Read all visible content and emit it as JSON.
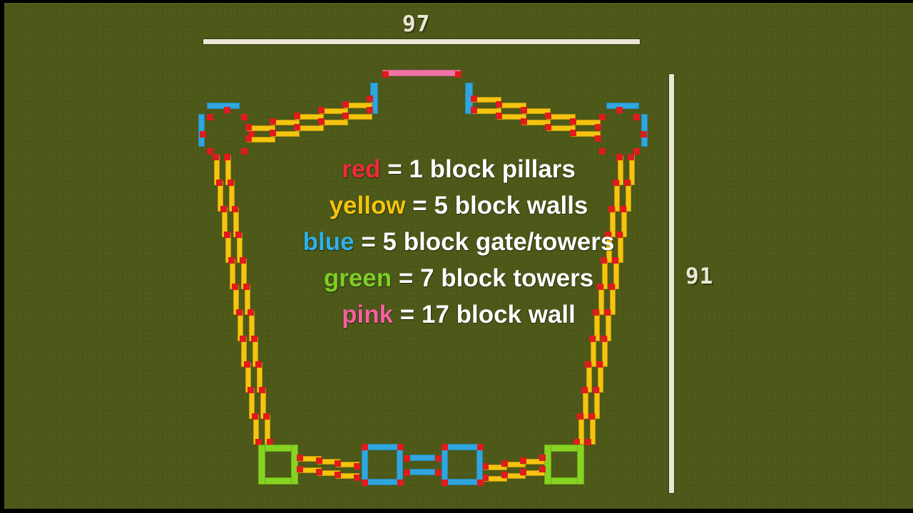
{
  "diagram": {
    "title": "minecraft-castle-wall-blueprint",
    "background_color": "#4c5817",
    "dimensions": {
      "width_label": "97",
      "height_label": "91",
      "rule_color": "#ece6d6"
    }
  },
  "legend": {
    "items": [
      {
        "key": "red",
        "key_color": "#ef2b3a",
        "separator": "=",
        "description": "1 block pillars"
      },
      {
        "key": "yellow",
        "key_color": "#f3c50c",
        "separator": "=",
        "description": "5 block walls"
      },
      {
        "key": "blue",
        "key_color": "#2fb0e8",
        "separator": "=",
        "description": "5 block gate/towers"
      },
      {
        "key": "green",
        "key_color": "#7ece27",
        "separator": "=",
        "description": "7 block towers"
      },
      {
        "key": "pink",
        "key_color": "#f4609f",
        "separator": "=",
        "description": "17 block wall"
      }
    ]
  },
  "palette": {
    "red": "#e01b1b",
    "yellow": "#f5c40f",
    "blue": "#2fa6dd",
    "green": "#86d322",
    "pink": "#f273a6",
    "cream": "#ece6d6",
    "olive": "#4c5817"
  }
}
